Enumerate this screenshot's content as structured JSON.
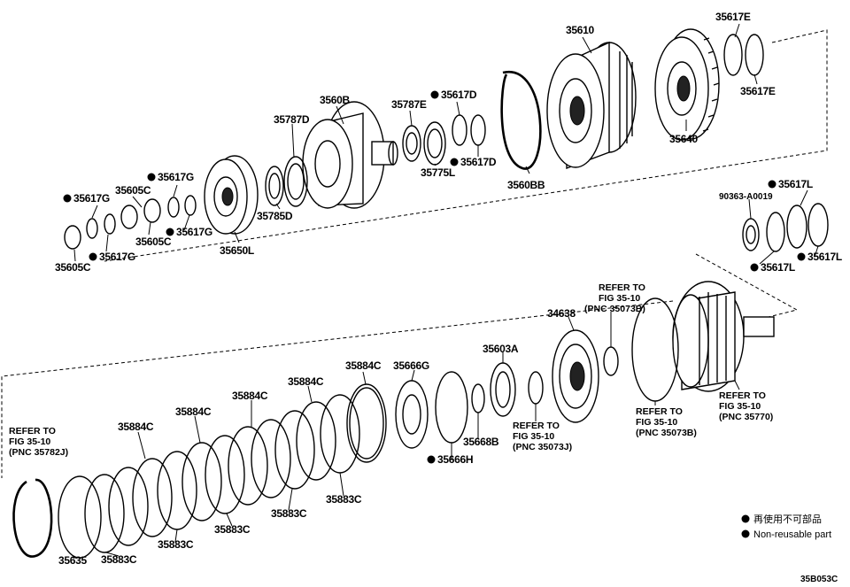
{
  "diagram_code": "35B053C",
  "legend": {
    "japanese": "再使用不可部品",
    "english": "Non-reusable part"
  },
  "part_labels": {
    "p35610": "35610",
    "p35617E_top": "35617E",
    "p35617E_bot": "35617E",
    "p35640": "35640",
    "p3560B": "3560B",
    "p35787D": "35787D",
    "p35787E": "35787E",
    "p35617D_top": "35617D",
    "p35617D_bot": "35617D",
    "p35775L": "35775L",
    "p3560BB": "3560BB",
    "p35785D": "35785D",
    "p35650L": "35650L",
    "p35617G_a": "35617G",
    "p35617G_b": "35617G",
    "p35617G_c": "35617G",
    "p35617G_d": "35617G",
    "p35605C_a": "35605C",
    "p35605C_b": "35605C",
    "p35605C_c": "35605C",
    "p90363": "90363-A0019",
    "p35617L_a": "35617L",
    "p35617L_b": "35617L",
    "p35617L_c": "35617L",
    "p34638": "34638",
    "p35603A": "35603A",
    "p35666G": "35666G",
    "p35666H": "35666H",
    "p35668B": "35668B",
    "p35884C_1": "35884C",
    "p35884C_2": "35884C",
    "p35884C_3": "35884C",
    "p35884C_4": "35884C",
    "p35884C_5": "35884C",
    "p35883C_1": "35883C",
    "p35883C_2": "35883C",
    "p35883C_3": "35883C",
    "p35883C_4": "35883C",
    "p35883C_5": "35883C",
    "p35635": "35635"
  },
  "refer_notes": {
    "r35073B_top": [
      "REFER TO",
      "FIG 35-10",
      "(PNC 35073B)"
    ],
    "r35073B_mid": [
      "REFER TO",
      "FIG 35-10",
      "(PNC 35073B)"
    ],
    "r35770": [
      "REFER TO",
      "FIG 35-10",
      "(PNC 35770)"
    ],
    "r35073J": [
      "REFER TO",
      "FIG 35-10",
      "(PNC 35073J)"
    ],
    "r35782J": [
      "REFER TO",
      "FIG 35-10",
      "(PNC 35782J)"
    ]
  }
}
